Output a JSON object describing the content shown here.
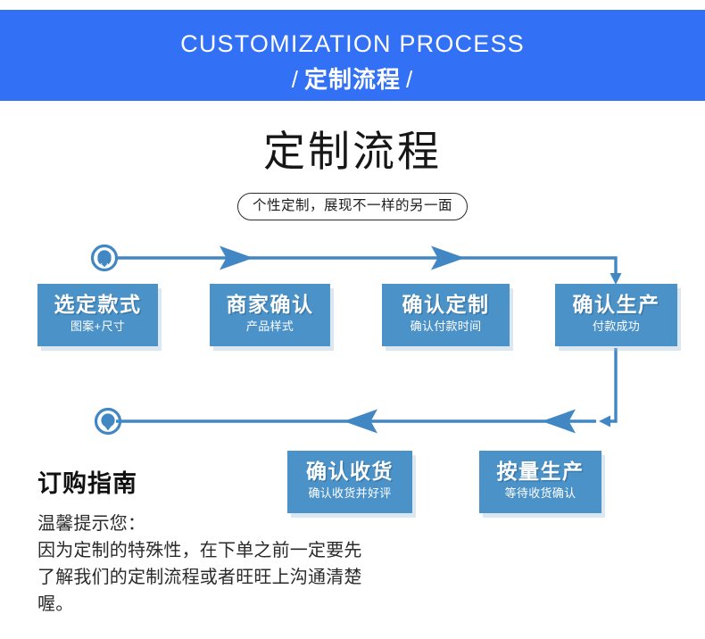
{
  "banner": {
    "english_title": "CUSTOMIZATION PROCESS",
    "chinese_title": "定制流程",
    "slash_left": "/",
    "slash_right": "/",
    "bg_color": "#3271f6",
    "text_color": "#ffffff"
  },
  "heading": {
    "title": "定制流程",
    "subtitle": "个性定制，展现不一样的另一面"
  },
  "flow": {
    "box_color": "#4b92c9",
    "line_color": "#4187c4",
    "steps": [
      {
        "title": "选定款式",
        "sub": "图案+尺寸"
      },
      {
        "title": "商家确认",
        "sub": "产品样式"
      },
      {
        "title": "确认定制",
        "sub": "确认付款时间"
      },
      {
        "title": "确认生产",
        "sub": "付款成功"
      },
      {
        "title": "按量生产",
        "sub": "等待收货确认"
      },
      {
        "title": "确认收货",
        "sub": "确认收货并好评"
      }
    ]
  },
  "guide": {
    "title": "订购指南",
    "lines": [
      "温馨提示您：",
      "因为定制的特殊性，在下单之前一定要先",
      "了解我们的定制流程或者旺旺上沟通清楚",
      "喔。"
    ]
  }
}
